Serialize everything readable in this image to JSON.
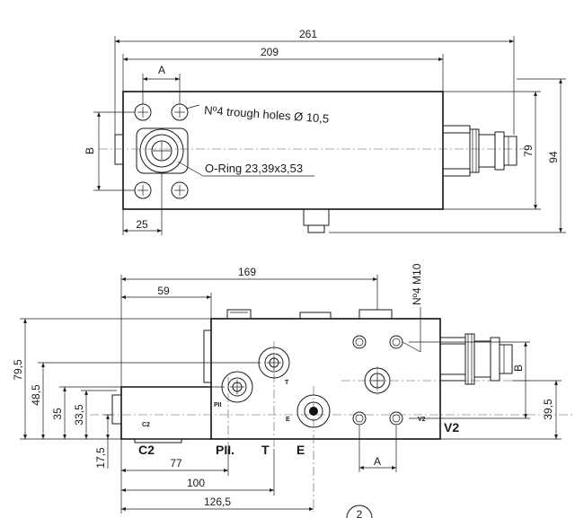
{
  "top_view": {
    "dim_261": "261",
    "dim_209": "209",
    "dim_A": "A",
    "dim_B": "B",
    "dim_25": "25",
    "dim_79": "79",
    "dim_94": "94",
    "note_holes": "Nº4 trough holes Ø 10,5",
    "note_oring": "O-Ring 23,39x3,53"
  },
  "front_view": {
    "dim_169": "169",
    "dim_59": "59",
    "dim_M10": "Nº4 M10",
    "dim_79_5": "79,5",
    "dim_48_5": "48,5",
    "dim_35": "35",
    "dim_33_5": "33,5",
    "dim_17_5": "17,5",
    "dim_77": "77",
    "dim_100": "100",
    "dim_126_5": "126,5",
    "dim_39_5": "39,5",
    "dim_B": "B",
    "dim_A": "A",
    "port_labels": {
      "C2_big": "C2",
      "PII_big": "PII.",
      "T_big": "T",
      "E_big": "E",
      "V2_big": "V2",
      "C2_small": "C2",
      "PII_small": "PII",
      "T_small": "T",
      "E_small": "E",
      "V2_small": "V2"
    },
    "corner_symbol": "2"
  }
}
